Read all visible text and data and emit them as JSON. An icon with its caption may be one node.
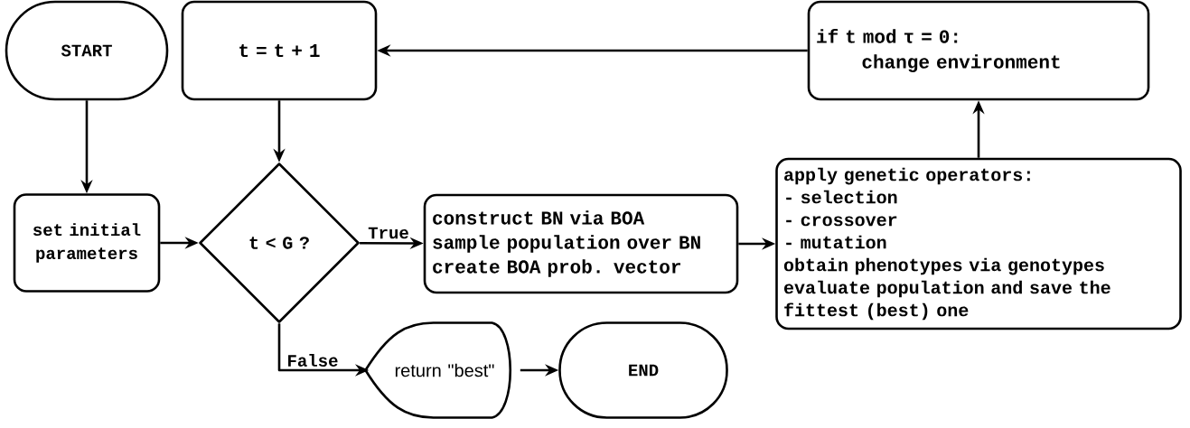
{
  "diagram": {
    "nodes": [
      {
        "text": [
          "START"
        ]
      },
      {
        "text": [
          "t = t + 1"
        ]
      },
      {
        "text": [
          "set initial parameters"
        ]
      },
      {
        "text": [
          "t < G ?"
        ]
      },
      {
        "text": [
          "construct BN via BOA",
          "sample population over BN",
          "create BOA prob. vector"
        ]
      },
      {
        "text": [
          "apply genetic operators:",
          "- selection",
          "- crossover",
          "- mutation",
          "obtain phenotypes via genotypes",
          "evaluate population and save the fittest (best) one"
        ]
      },
      {
        "text": [
          "return \"best\""
        ]
      },
      {
        "text": [
          "END"
        ]
      },
      {
        "text": [
          "if t mod τ = 0:",
          "change environment"
        ]
      }
    ],
    "edges": [
      {
        "from": 0,
        "to": 2,
        "arrow": "to"
      },
      {
        "from": 1,
        "to": 3,
        "arrow": "to"
      },
      {
        "from": 2,
        "to": 3,
        "arrow": "to"
      },
      {
        "from": 3,
        "to": 4,
        "arrow": "to",
        "label": "True"
      },
      {
        "from": 3,
        "to": 6,
        "arrow": "to",
        "label": "False"
      },
      {
        "from": 6,
        "to": 7,
        "arrow": "to"
      },
      {
        "from": 4,
        "to": 5,
        "arrow": "to"
      },
      {
        "from": 5,
        "to": 8,
        "arrow": "to"
      },
      {
        "from": 8,
        "to": 1,
        "arrow": "to"
      }
    ]
  }
}
